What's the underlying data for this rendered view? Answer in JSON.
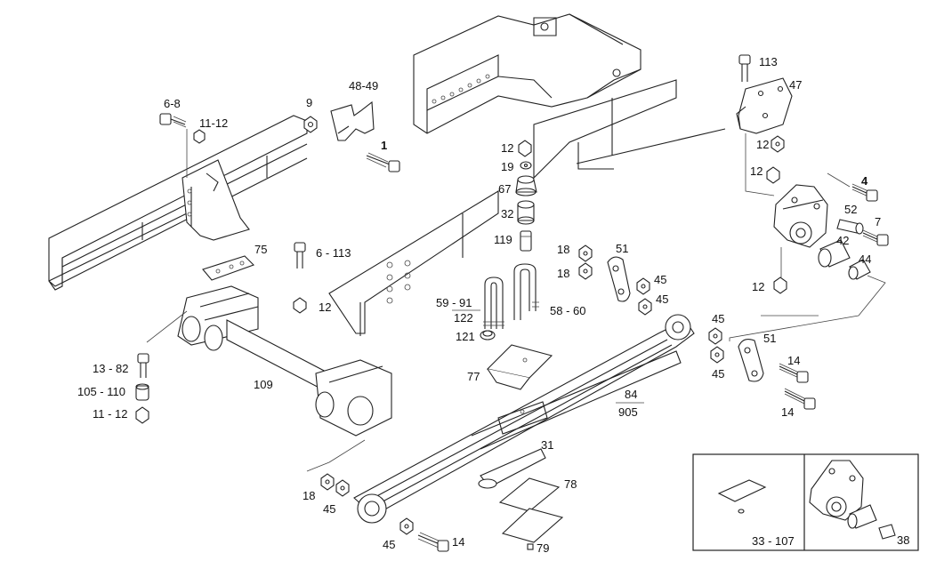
{
  "labels": {
    "l1": "1",
    "l4": "4",
    "l6_8": "6-8",
    "l9": "9",
    "l11_12_top": "11-12",
    "l48_49": "48-49",
    "l75": "75",
    "l6_113": "6 - 113",
    "l12_mid": "12",
    "l12_a": "12",
    "l19": "19",
    "l67": "67",
    "l32": "32",
    "l119": "119",
    "l18_a": "18",
    "l18_b": "18",
    "l51_a": "51",
    "l45_a": "45",
    "l45_b": "45",
    "l59_91": "59 - 91",
    "l122": "122",
    "l58_60": "58 - 60",
    "l121": "121",
    "l77": "77",
    "l13_82": "13 - 82",
    "l105_110": "105 - 110",
    "l11_12_low": "11 - 12",
    "l109": "109",
    "l84": "84",
    "l905": "905",
    "l113": "113",
    "l47": "47",
    "l12_r1": "12",
    "l12_r2": "12",
    "l52": "52",
    "l7": "7",
    "l42": "42",
    "l44": "44",
    "l12_r3": "12",
    "l45_c": "45",
    "l45_d": "45",
    "l51_b": "51",
    "l14_a": "14",
    "l14_b": "14",
    "l31": "31",
    "l78": "78",
    "l79": "79",
    "l18_c": "18",
    "l45_e": "45",
    "l45_f": "45",
    "l14_c": "14",
    "l33_107": "33 - 107",
    "l38": "38"
  }
}
